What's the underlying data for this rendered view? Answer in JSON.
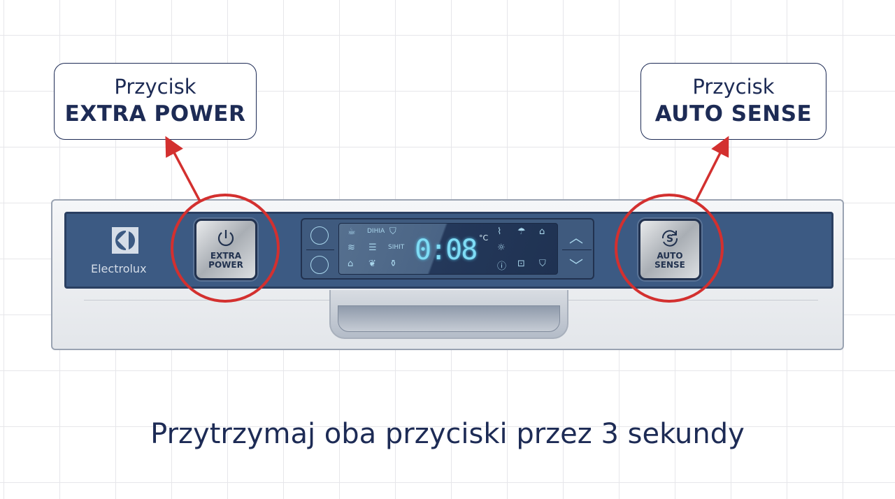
{
  "callouts": [
    {
      "line1": "Przycisk",
      "line2": "EXTRA POWER"
    },
    {
      "line1": "Przycisk",
      "line2": "AUTO SENSE"
    }
  ],
  "brand": "Electrolux",
  "buttons": {
    "extra_power": {
      "line1": "EXTRA",
      "line2": "POWER",
      "icon": "power-icon"
    },
    "auto_sense": {
      "line1": "AUTO",
      "line2": "SENSE",
      "icon": "auto-sense-icon"
    }
  },
  "display": {
    "time": "0:08",
    "unit": "°C",
    "label_a": "DIHIA",
    "label_b": "SIHIT"
  },
  "caption": "Przytrzymaj oba przyciski przez 3 sekundy",
  "colors": {
    "highlight": "#d3302f",
    "panel": "#3c5a83",
    "text": "#1d2b55",
    "display_digits": "#7fdcf5"
  }
}
